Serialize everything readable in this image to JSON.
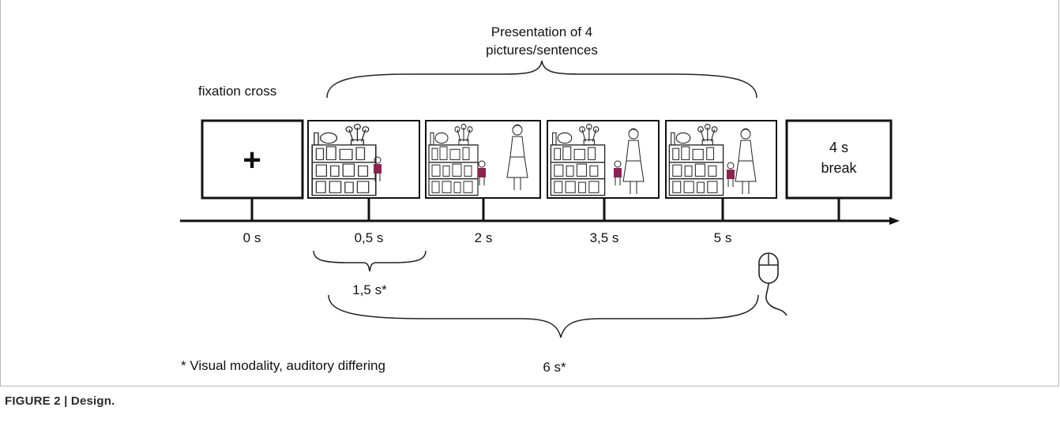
{
  "diagram": {
    "title_line1": "Presentation of 4",
    "title_line2": "pictures/sentences",
    "fixation_label": "fixation cross",
    "fixation_symbol": "+",
    "break_line1": "4 s",
    "break_line2": "break",
    "ticks": [
      "0 s",
      "0,5 s",
      "2 s",
      "3,5 s",
      "5 s"
    ],
    "interval_short": "1,5 s*",
    "interval_long": "6 s*",
    "footnote": "* Visual modality, auditory differing",
    "mouse_icon": "mouse-icon",
    "accent_color": "#8b2252"
  },
  "caption": "FIGURE 2 | Design."
}
